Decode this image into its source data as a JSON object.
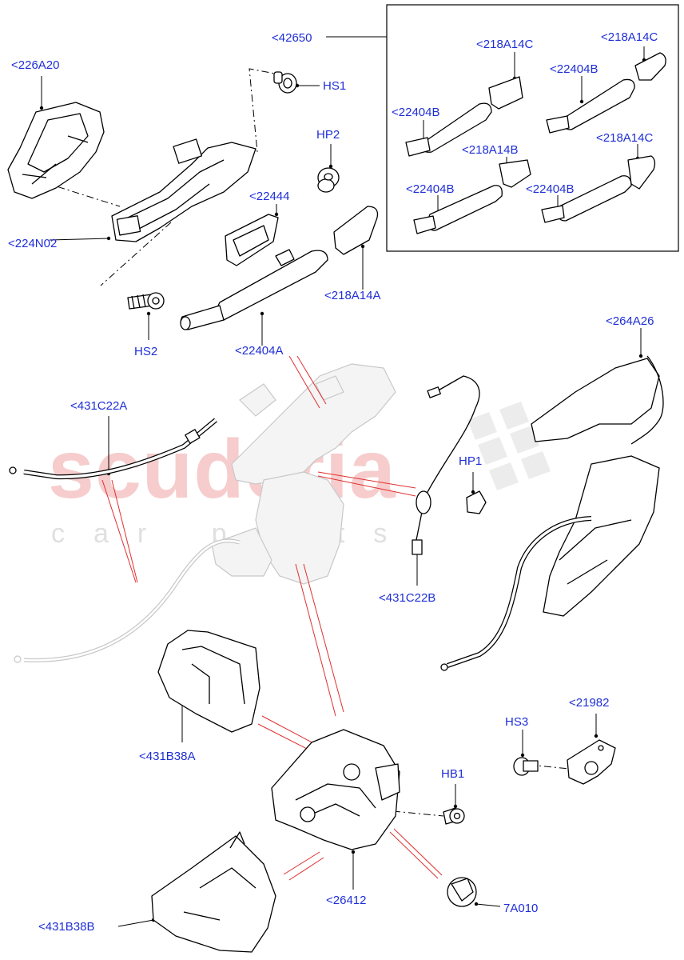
{
  "watermark": {
    "brand": "scuderia",
    "tagline": "car parts"
  },
  "callouts": {
    "p226A20": "<226A20",
    "p224N02": "<224N02",
    "HS1": "HS1",
    "HP2": "HP2",
    "HS2": "HS2",
    "p22444": "<22444",
    "p218A14A": "<218A14A",
    "p22404A": "<22404A",
    "p42650": "<42650",
    "p218A14C_1": "<218A14C",
    "p218A14C_2": "<218A14C",
    "p218A14C_3": "<218A14C",
    "p22404B_1": "<22404B",
    "p22404B_2": "<22404B",
    "p22404B_3": "<22404B",
    "p22404B_4": "<22404B",
    "p218A14B": "<218A14B",
    "p264A26": "<264A26",
    "p431C22A": "<431C22A",
    "HP1": "HP1",
    "p431C22B": "<431C22B",
    "p431B38A": "<431B38A",
    "p21982": "<21982",
    "HS3": "HS3",
    "HB1": "HB1",
    "p26412": "<26412",
    "p431B38B": "<431B38B",
    "p7A010": "7A010"
  },
  "colors": {
    "label": "#1f2fd6",
    "line": "#000000",
    "redLeader": "#e03030",
    "ghost": "#c8c8c8"
  }
}
